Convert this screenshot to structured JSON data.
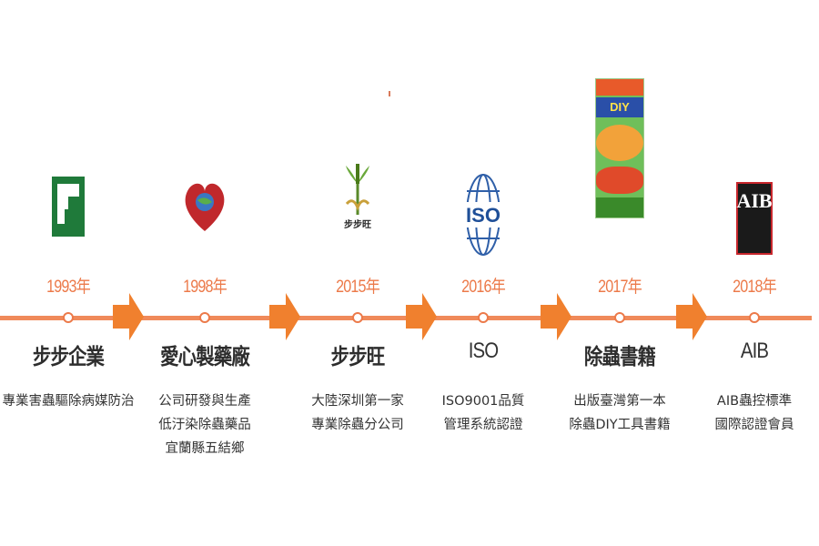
{
  "nodes": [
    {
      "year": "1993年",
      "title": "步步企業",
      "desc_lines": [
        "專業害蟲驅除病媒防治"
      ],
      "logo": "green-square-logo-icon"
    },
    {
      "year": "1998年",
      "title": "愛心製藥廠",
      "desc_lines": [
        "公司研發與生產",
        "低汙染除蟲藥品",
        "宜蘭縣五結鄉"
      ],
      "logo": "heart-globe-logo-icon"
    },
    {
      "year": "2015年",
      "title": "步步旺",
      "desc_lines": [
        "大陸深圳第一家",
        "專業除蟲分公司"
      ],
      "logo": "palm-tree-logo-icon",
      "logo_text": "步步旺"
    },
    {
      "year": "2016年",
      "title": "ISO",
      "desc_lines": [
        "ISO9001品質",
        "管理系統認證"
      ],
      "logo": "iso-globe-logo-icon",
      "logo_text": "ISO"
    },
    {
      "year": "2017年",
      "title": "除蟲書籍",
      "desc_lines": [
        "出版臺灣第一本",
        "除蟲DIY工具書籍"
      ],
      "logo": "book-cover-icon",
      "logo_text": "DIY"
    },
    {
      "year": "2018年",
      "title": "AIB",
      "desc_lines": [
        "AIB蟲控標準",
        "國際認證會員"
      ],
      "logo": "aib-logo-icon",
      "logo_text": "AIB"
    }
  ],
  "colors": {
    "accent": "#ec7a4a",
    "line": "#f08a5a",
    "arrow": "#f0802e",
    "text": "#333333"
  }
}
